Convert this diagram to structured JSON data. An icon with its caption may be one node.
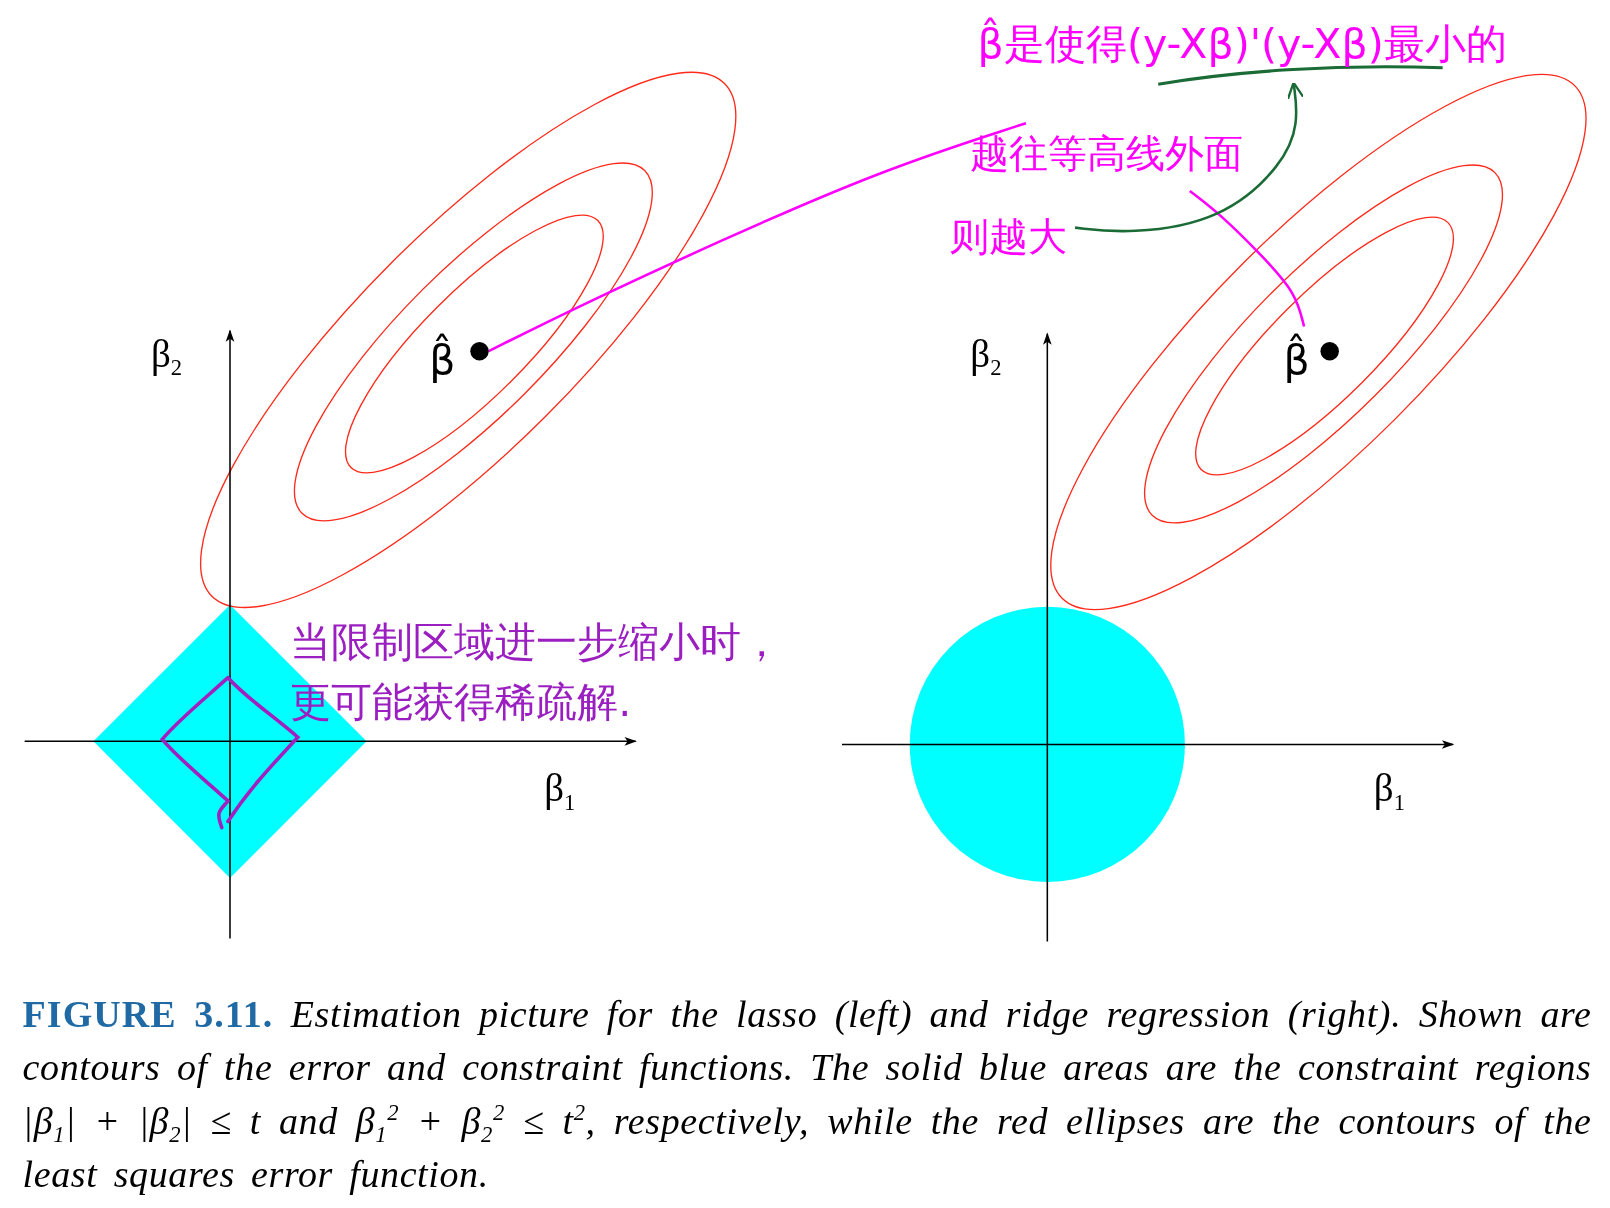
{
  "diagram": {
    "caption": "**FIGURE 3.11.** Estimation picture for the lasso (left) and ridge regression (right). Shown are contours of the error and constraint functions. The solid blue areas are the constraint regions |β$_{1}$| + |β$_{2}$| ≤ t and β$_{1}$$^{2}$ + β$_{2}$$^{2}$ ≤ t$^{2}$, respectively, while the red ellipses are the contours of the least squares error function.",
    "nodes": [
      {
        "text": [
          "β̂是使得(y-Xβ)'(y-Xβ)最小的"
        ]
      },
      {
        "text": [
          "越往等高线外面"
        ]
      },
      {
        "text": [
          "则越大"
        ]
      },
      {
        "text": [
          "β̂"
        ]
      },
      {
        "text": [
          "β̂"
        ]
      },
      {
        "text": [
          "当限制区域进一步缩小时，更可能获得稀疏解."
        ]
      }
    ],
    "edges": [
      {
        "from": 3,
        "to": 1,
        "arrow": "none",
        "color": "#ff00ff"
      },
      {
        "from": 4,
        "to": 1,
        "arrow": "none",
        "color": "#ff00ff"
      },
      {
        "from": 2,
        "to": 0,
        "arrow": "to",
        "color": "#1a6b35"
      }
    ],
    "labels": [
      "β$_{2}$",
      "β$_{1}$",
      "β$_{2}$",
      "β$_{1}$"
    ]
  }
}
